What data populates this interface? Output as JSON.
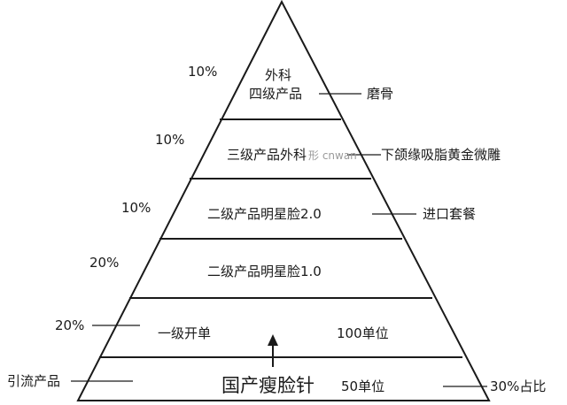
{
  "levels": [
    {
      "label_top": "外科",
      "label_bottom": "四级产品",
      "percent": "10%",
      "annotation": "磨骨"
    },
    {
      "label": "三级产品外科",
      "percent": "10%",
      "annotation": "下颌缘吸脂黄金微雕"
    },
    {
      "label": "二级产品明星脸2.0",
      "percent": "10%",
      "annotation": "进口套餐"
    },
    {
      "label": "二级产品明星脸1.0",
      "percent": "20%"
    },
    {
      "label": "一级开单",
      "percent": "20%",
      "price": "100单位"
    },
    {
      "label": "国产瘦脸针",
      "price": "50单位",
      "side_left": "引流产品",
      "side_right": "30%占比"
    }
  ],
  "watermark": "形 cnwan"
}
